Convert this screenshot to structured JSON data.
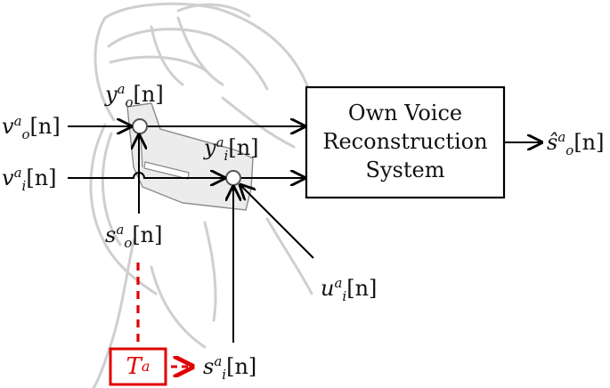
{
  "system_box": {
    "line1": "Own Voice",
    "line2": "Reconstruction",
    "line3": "System"
  },
  "signals": {
    "vo": {
      "base": "v",
      "sup": "a",
      "sub": "o",
      "arg": "[n]"
    },
    "vi": {
      "base": "v",
      "sup": "a",
      "sub": "i",
      "arg": "[n]"
    },
    "yo": {
      "base": "y",
      "sup": "a",
      "sub": "o",
      "arg": "[n]"
    },
    "yi": {
      "base": "y",
      "sup": "a",
      "sub": "i",
      "arg": "[n]"
    },
    "so": {
      "base": "s",
      "sup": "a",
      "sub": "o",
      "arg": "[n]"
    },
    "si": {
      "base": "s",
      "sup": "a",
      "sub": "i",
      "arg": "[n]"
    },
    "ui": {
      "base": "u",
      "sup": "a",
      "sub": "i",
      "arg": "[n]"
    },
    "so_hat": {
      "base": "ŝ",
      "sup": "a",
      "sub": "o",
      "arg": "[n]"
    }
  },
  "transfer": {
    "base": "T",
    "sup": "a"
  },
  "colors": {
    "line": "#000000",
    "ear_sketch": "#c9c9c9",
    "device_fill": "#ececec",
    "transfer": "#e00000"
  }
}
